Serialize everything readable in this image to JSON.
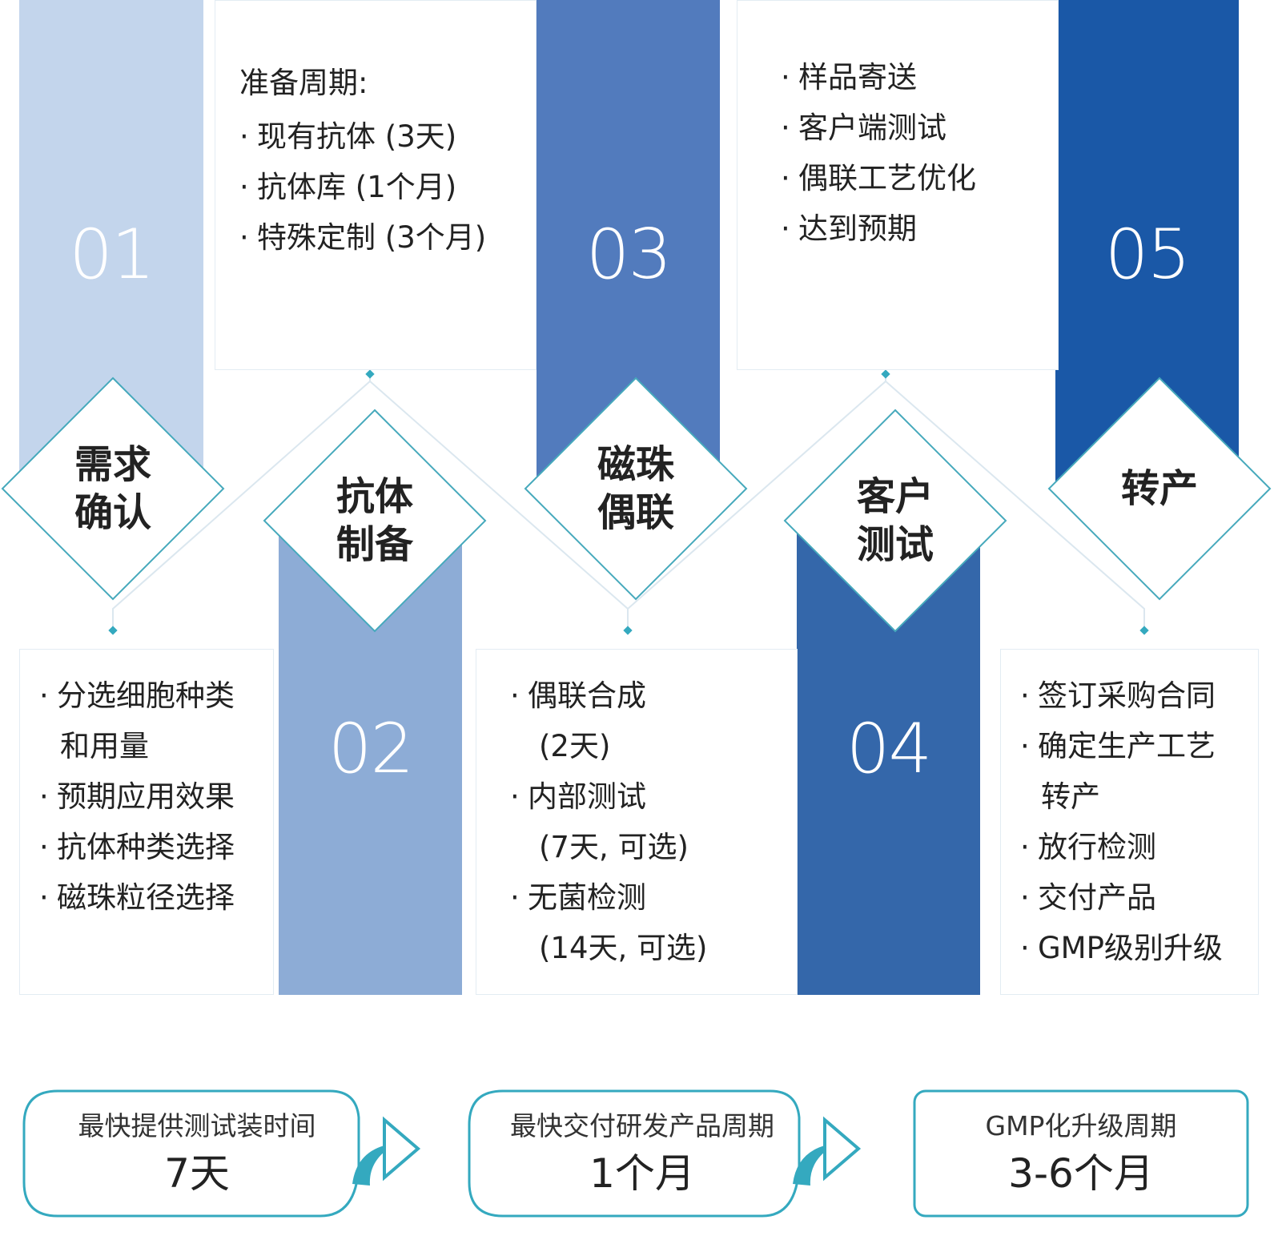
{
  "colors": {
    "step1": "#c3d5ec",
    "step2": "#8dacd6",
    "step3": "#527bbd",
    "step4": "#3467aa",
    "step5": "#1a58a7",
    "diamond_border": "#46a9bc",
    "teal": "#34a9bf"
  },
  "steps": [
    {
      "number": "01",
      "title": "需求\n确认"
    },
    {
      "number": "02",
      "title": "抗体\n制备"
    },
    {
      "number": "03",
      "title": "磁珠\n偶联"
    },
    {
      "number": "04",
      "title": "客户\n测试"
    },
    {
      "number": "05",
      "title": "转产"
    }
  ],
  "cards": {
    "step1": {
      "items": [
        {
          "text": "分选细胞种类",
          "cont": "和用量"
        },
        {
          "text": "预期应用效果"
        },
        {
          "text": "抗体种类选择"
        },
        {
          "text": "磁珠粒径选择"
        }
      ]
    },
    "step2": {
      "title": "准备周期:",
      "items": [
        {
          "text": "现有抗体 (3天)"
        },
        {
          "text": "抗体库 (1个月)"
        },
        {
          "text": "特殊定制 (3个月)"
        }
      ]
    },
    "step3": {
      "items": [
        {
          "text": "偶联合成",
          "cont": "(2天)"
        },
        {
          "text": "内部测试",
          "cont": "(7天, 可选)"
        },
        {
          "text": "无菌检测",
          "cont": "(14天, 可选)"
        }
      ]
    },
    "step4": {
      "items": [
        {
          "text": "样品寄送"
        },
        {
          "text": "客户端测试"
        },
        {
          "text": "偶联工艺优化"
        },
        {
          "text": "达到预期"
        }
      ]
    },
    "step5": {
      "items": [
        {
          "text": "签订采购合同"
        },
        {
          "text": "确定生产工艺",
          "cont": "转产"
        },
        {
          "text": "放行检测"
        },
        {
          "text": "交付产品"
        },
        {
          "text": "GMP级别升级"
        }
      ]
    }
  },
  "bullet": "·",
  "summary": [
    {
      "label": "最快提供测试装时间",
      "value": "7天"
    },
    {
      "label": "最快交付研发产品周期",
      "value": "1个月"
    },
    {
      "label": "GMP化升级周期",
      "value": "3-6个月"
    }
  ]
}
